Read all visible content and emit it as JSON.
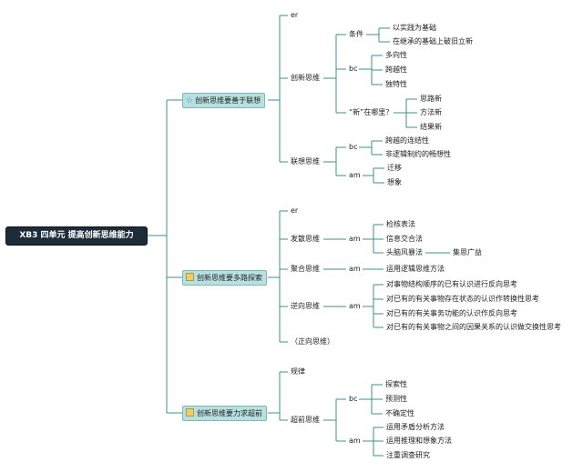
{
  "root": "XB3 四单元 提高创新思维能力",
  "branches": {
    "b1": "创新思维要善于联想",
    "b2": "创新思维要多路探索",
    "b3": "创新思维要力求超前"
  },
  "b1": {
    "er": "er",
    "chuangxin": "创新思维",
    "tiaojian": "条件",
    "tj1": "以实践为基础",
    "tj2": "在继承的基础上破旧立新",
    "bc": "bc",
    "bc1": "多向性",
    "bc2": "跨越性",
    "bc3": "独特性",
    "xin": "“新”在哪里？",
    "xin1": "思路新",
    "xin2": "方法新",
    "xin3": "结果新",
    "lianxiang": "联想思维",
    "lx_bc": "bc",
    "lxbc1": "跨越的连结性",
    "lxbc2": "非逻辑制约的畅想性",
    "lx_am": "am",
    "lxam1": "迁移",
    "lxam2": "想象"
  },
  "b2": {
    "er": "er",
    "fasan": "发散思维",
    "fs_am": "am",
    "fs1": "检核表法",
    "fs2": "信息交合法",
    "fs3": "头脑风暴法",
    "fs3a": "集思广益",
    "juhe": "聚合思维",
    "jh_am": "am",
    "jh1": "运用逻辑思维方法",
    "nixiang": "逆向思维",
    "nx_am": "am",
    "nx1": "对事物结构顺序的已有认识进行反向思考",
    "nx2": "对已有的有关事物存在状态的认识作转换性思考",
    "nx3": "对已有的有关事务功能的认识作反向思考",
    "nx4": "对已有的有关事物之间的因果关系的认识做交换性思考",
    "zhengxiang": "（正向思维）"
  },
  "b3": {
    "guilv": "规律",
    "chaoqian": "超前思维",
    "cq_bc": "bc",
    "cqbc1": "探索性",
    "cqbc2": "预测性",
    "cqbc3": "不确定性",
    "cq_am": "am",
    "cqam1": "运用矛盾分析方法",
    "cqam2": "运用推理和想象方法",
    "cqam3": "注重调查研究"
  },
  "colors": {
    "root_bg": "#1e2c3a",
    "branch_bg": "#b9e0e0",
    "line": "#3f8f8f"
  },
  "icons": {
    "b1": "star-icon",
    "b2": "note-icon",
    "b3": "note-icon"
  }
}
